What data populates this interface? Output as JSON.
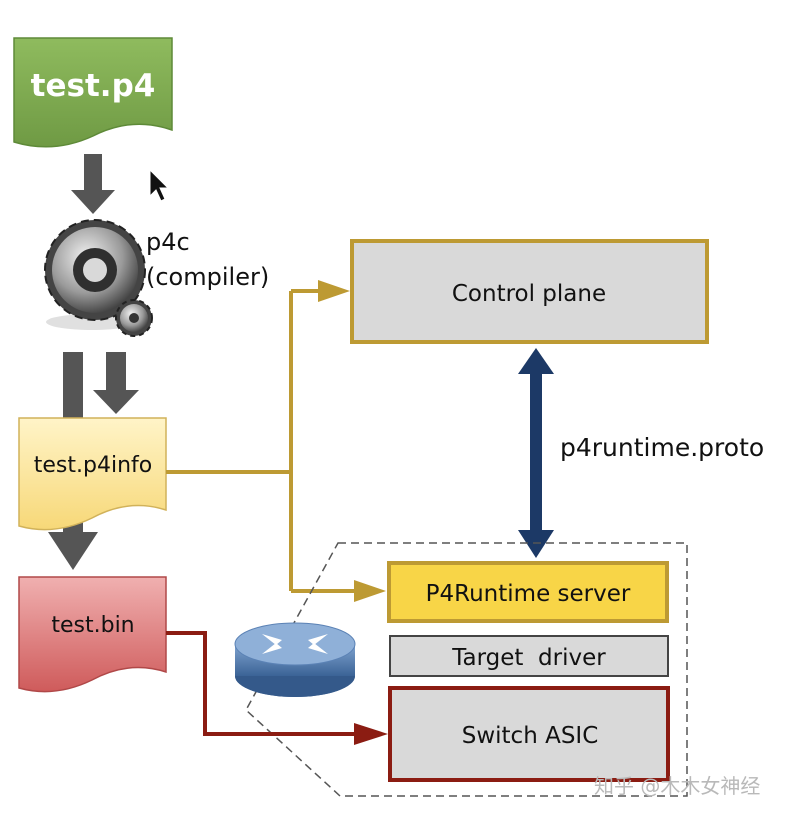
{
  "files": {
    "source": "test.p4",
    "p4info": "test.p4info",
    "binary": "test.bin"
  },
  "compiler": {
    "name": "p4c",
    "subtitle": "(compiler)"
  },
  "boxes": {
    "control_plane": "Control plane",
    "runtime_server": "P4Runtime server",
    "target_driver": "Target  driver",
    "switch_asic": "Switch ASIC"
  },
  "link_label": "p4runtime.proto",
  "watermark": "知乎 @木木女神经",
  "colors": {
    "green_doc": "#7ea950",
    "yellow_doc": "#fbe7a0",
    "red_doc": "#d97878",
    "gold_line": "#bd9a33",
    "navy_arrow": "#1c3966",
    "dark_red_line": "#8b1c12",
    "gray_box": "#d9d9d9",
    "yellow_box": "#f8d547"
  }
}
